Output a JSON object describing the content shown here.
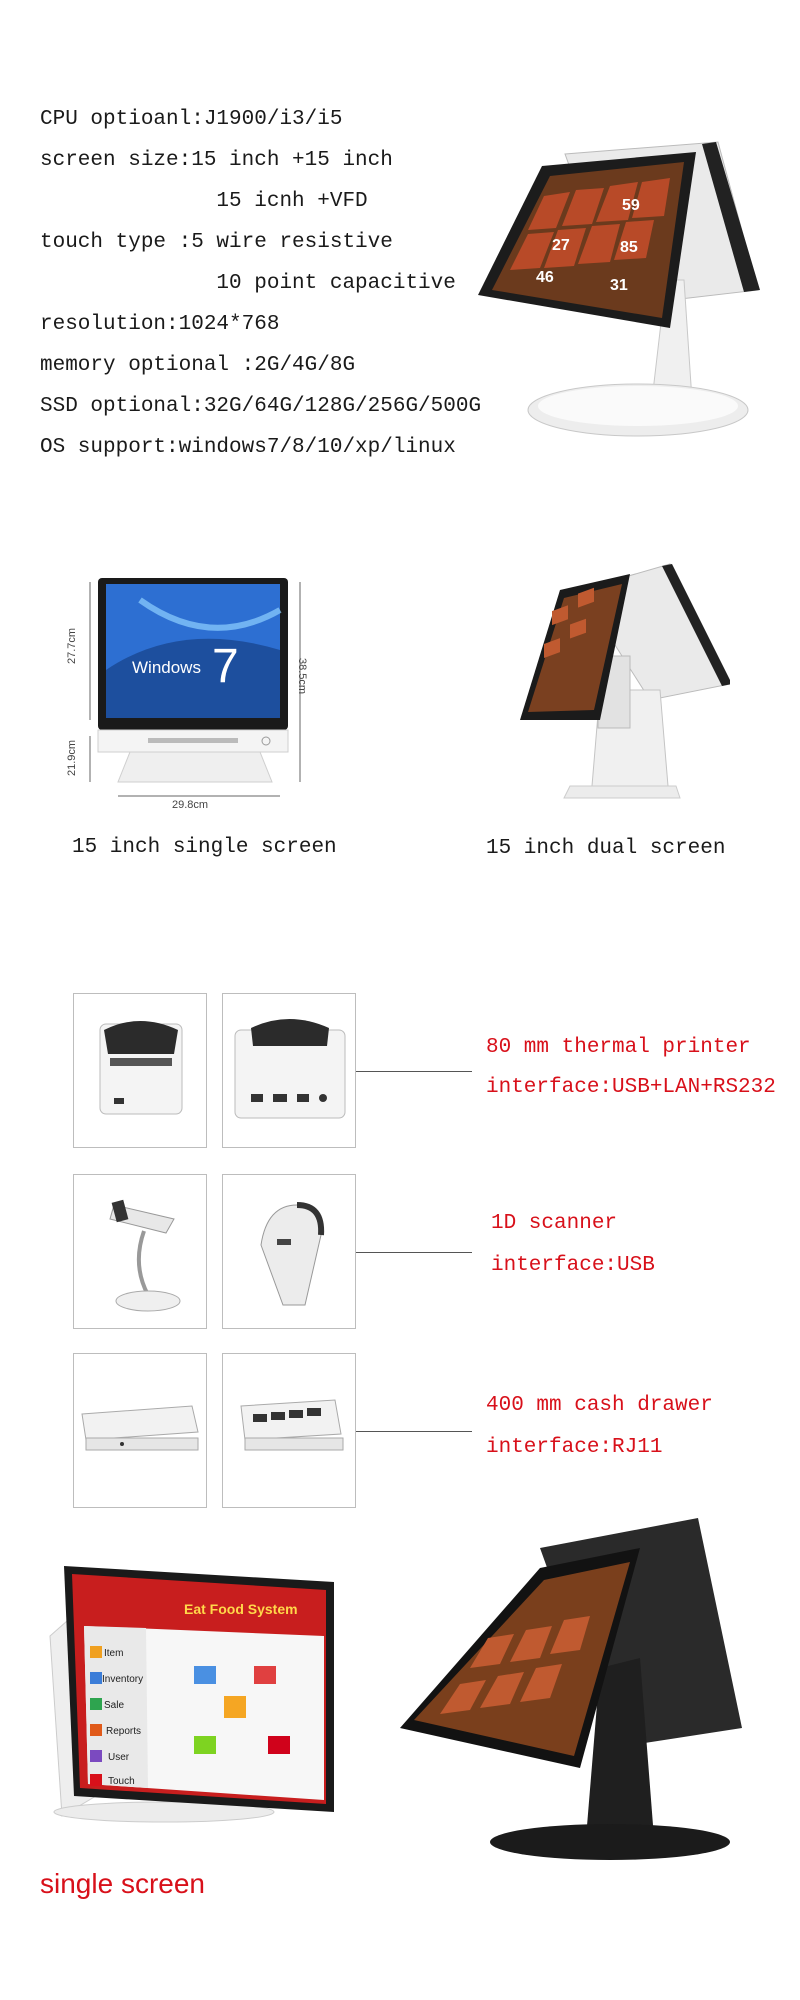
{
  "specs": [
    "CPU optioanl:J1900/i3/i5",
    "screen size:15 inch +15 inch",
    "              15 icnh +VFD",
    "touch type :5 wire resistive",
    "              10 point capacitive",
    "resolution:1024*768",
    "memory optional :2G/4G/8G",
    "SSD optional:32G/64G/128G/256G/500G",
    "OS support:windows7/8/10/xp/linux"
  ],
  "models": {
    "single_caption": "15 inch single screen",
    "dual_caption": "15 inch dual screen",
    "single_dims": {
      "height": "27.7cm",
      "total": "38.5cm",
      "base": "21.9cm",
      "width": "29.8cm"
    },
    "windows_label": "Windows",
    "windows_number": "7"
  },
  "dual_screen_prices": [
    "59",
    "27",
    "85",
    "46",
    "31"
  ],
  "peripherals": [
    {
      "name": "80 mm thermal printer",
      "interface": "interface:USB+LAN+RS232"
    },
    {
      "name": "1D scanner",
      "interface": "interface:USB"
    },
    {
      "name": "400 mm cash drawer",
      "interface": "interface:RJ11"
    }
  ],
  "bottom": {
    "label": "single screen",
    "app_title": "Eat Food System",
    "menu": [
      "Item",
      "Inventory",
      "Sale",
      "Reports",
      "User",
      "Touch"
    ]
  },
  "colors": {
    "accent_red": "#d8101a",
    "screen_dark": "#1b1b1b",
    "shell_white": "#f2f2f2"
  }
}
